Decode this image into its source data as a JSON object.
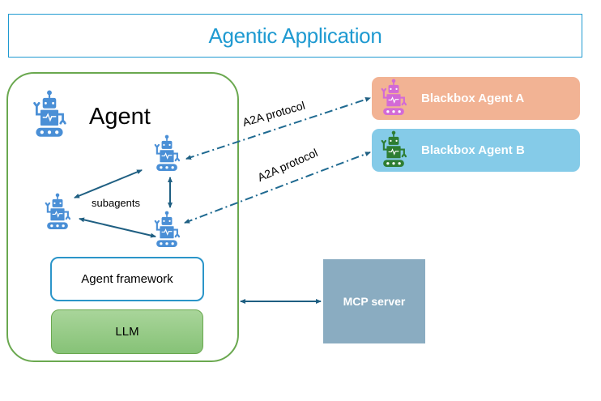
{
  "title": "Agentic Application",
  "agent": {
    "label": "Agent",
    "subagents_label": "subagents",
    "framework_label": "Agent framework",
    "llm_label": "LLM"
  },
  "external_agents": [
    {
      "label": "Blackbox Agent A",
      "protocol": "A2A protocol",
      "color": "#f2b394",
      "icon_color": "#d36ad6"
    },
    {
      "label": "Blackbox Agent B",
      "protocol": "A2A protocol",
      "color": "#85cbe8",
      "icon_color": "#2e7d32"
    }
  ],
  "mcp": {
    "label": "MCP server",
    "color": "#8aacc1"
  },
  "colors": {
    "accent": "#1f9ad1",
    "agent_border": "#6aa84f",
    "robot": "#4a8fd6",
    "arrow": "#1f5f82"
  }
}
